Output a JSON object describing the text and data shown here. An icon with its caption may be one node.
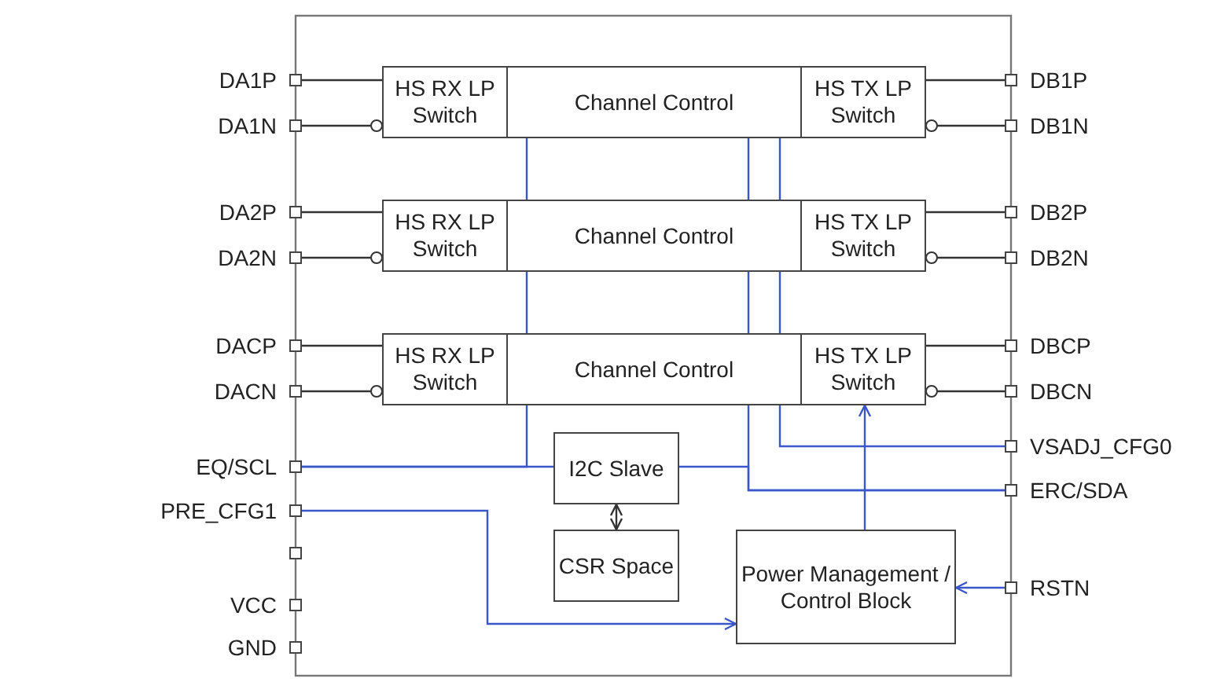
{
  "diagram": {
    "nodes": [
      {
        "text": [
          "DA1P"
        ]
      },
      {
        "text": [
          "DA1N"
        ]
      },
      {
        "text": [
          "HS RX LP Switch"
        ]
      },
      {
        "text": [
          "Channel Control"
        ]
      },
      {
        "text": [
          "HS TX LP Switch"
        ]
      },
      {
        "text": [
          "DB1P"
        ]
      },
      {
        "text": [
          "DB1N"
        ]
      },
      {
        "text": [
          "DA2P"
        ]
      },
      {
        "text": [
          "DA2N"
        ]
      },
      {
        "text": [
          "HS RX LP Switch"
        ]
      },
      {
        "text": [
          "Channel Control"
        ]
      },
      {
        "text": [
          "HS TX LP Switch"
        ]
      },
      {
        "text": [
          "DB2P"
        ]
      },
      {
        "text": [
          "DB2N"
        ]
      },
      {
        "text": [
          "DACP"
        ]
      },
      {
        "text": [
          "DACN"
        ]
      },
      {
        "text": [
          "HS RX LP Switch"
        ]
      },
      {
        "text": [
          "Channel Control"
        ]
      },
      {
        "text": [
          "HS TX LP Switch"
        ]
      },
      {
        "text": [
          "DBCP"
        ]
      },
      {
        "text": [
          "DBCN"
        ]
      },
      {
        "text": [
          "VSADJ_CFG0"
        ]
      },
      {
        "text": [
          "EQ/SCL"
        ]
      },
      {
        "text": [
          "I2C Slave"
        ]
      },
      {
        "text": [
          "ERC/SDA"
        ]
      },
      {
        "text": [
          "PRE_CFG1"
        ]
      },
      {
        "text": [
          "CSR Space"
        ]
      },
      {
        "text": [],
        "shape": "box"
      },
      {
        "text": [
          "Power Management / Control Block"
        ]
      },
      {
        "text": [
          "RSTN"
        ]
      },
      {
        "text": [
          "VCC"
        ]
      },
      {
        "text": [
          "GND"
        ]
      }
    ],
    "edges": [
      {
        "from": 0,
        "to": 2,
        "arrow": "none",
        "color": "#333333"
      },
      {
        "from": 1,
        "to": 2,
        "arrow": "other",
        "color": "#333333"
      },
      {
        "from": 5,
        "to": 4,
        "arrow": "none",
        "color": "#333333"
      },
      {
        "from": 6,
        "to": 4,
        "arrow": "other",
        "color": "#333333"
      },
      {
        "from": 7,
        "to": 9,
        "arrow": "none",
        "color": "#333333"
      },
      {
        "from": 8,
        "to": 9,
        "arrow": "other",
        "color": "#333333"
      },
      {
        "from": 12,
        "to": 11,
        "arrow": "none",
        "color": "#333333"
      },
      {
        "from": 13,
        "to": 11,
        "arrow": "other",
        "color": "#333333"
      },
      {
        "from": 14,
        "to": 16,
        "arrow": "none",
        "color": "#333333"
      },
      {
        "from": 15,
        "to": 16,
        "arrow": "other",
        "color": "#333333"
      },
      {
        "from": 19,
        "to": 18,
        "arrow": "none",
        "color": "#333333"
      },
      {
        "from": 20,
        "to": 18,
        "arrow": "other",
        "color": "#333333"
      },
      {
        "from": 3,
        "to": 10,
        "arrow": "none"
      },
      {
        "from": 10,
        "to": 17,
        "arrow": "none"
      },
      {
        "from": 17,
        "to": 22,
        "arrow": "none"
      },
      {
        "from": 22,
        "to": 23,
        "arrow": "none"
      },
      {
        "from": 3,
        "to": 10,
        "arrow": "none"
      },
      {
        "from": 10,
        "to": 17,
        "arrow": "none"
      },
      {
        "from": 17,
        "to": 24,
        "arrow": "none"
      },
      {
        "from": 24,
        "to": 23,
        "arrow": "none"
      },
      {
        "from": 3,
        "to": 10,
        "arrow": "none"
      },
      {
        "from": 10,
        "to": 17,
        "arrow": "none"
      },
      {
        "from": 17,
        "to": 21,
        "arrow": "none"
      },
      {
        "from": 23,
        "to": 26,
        "arrow": "both",
        "color": "#333333"
      },
      {
        "from": 25,
        "to": 28,
        "arrow": "to"
      },
      {
        "from": 28,
        "to": 18,
        "arrow": "to"
      },
      {
        "from": 29,
        "to": 28,
        "arrow": "to"
      }
    ]
  }
}
